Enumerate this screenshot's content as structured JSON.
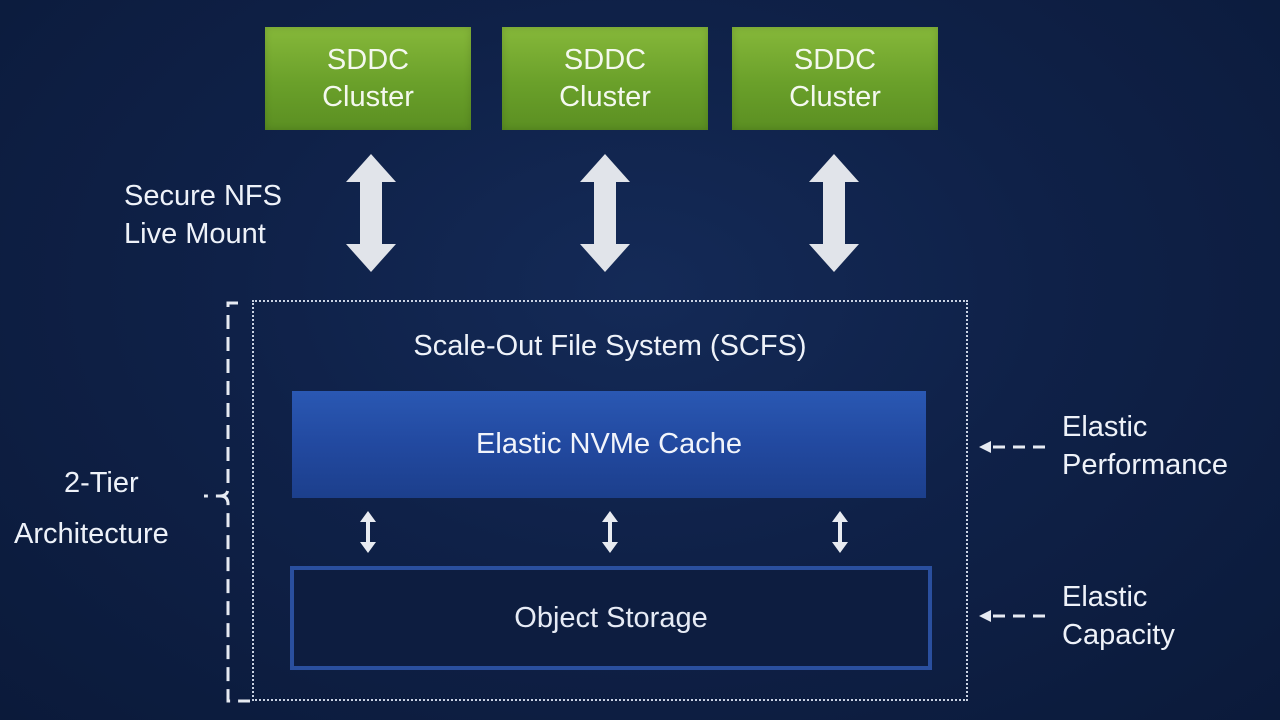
{
  "clusters": [
    {
      "line1": "SDDC",
      "line2": "Cluster"
    },
    {
      "line1": "SDDC",
      "line2": "Cluster"
    },
    {
      "line1": "SDDC",
      "line2": "Cluster"
    }
  ],
  "mount_label": {
    "line1": "Secure NFS",
    "line2": "Live Mount"
  },
  "scfs": {
    "title": "Scale-Out File System (SCFS)",
    "cache_label": "Elastic NVMe Cache",
    "storage_label": "Object Storage"
  },
  "architecture_label": {
    "line1": "2-Tier",
    "line2": "Architecture"
  },
  "performance_label": {
    "line1": "Elastic",
    "line2": "Performance"
  },
  "capacity_label": {
    "line1": "Elastic",
    "line2": "Capacity"
  },
  "colors": {
    "background": "#0f2148",
    "cluster_green": "#6aa02a",
    "cache_blue": "#2249a0",
    "storage_border": "#2a4f9e",
    "arrow_gray": "#e1e4ea"
  }
}
